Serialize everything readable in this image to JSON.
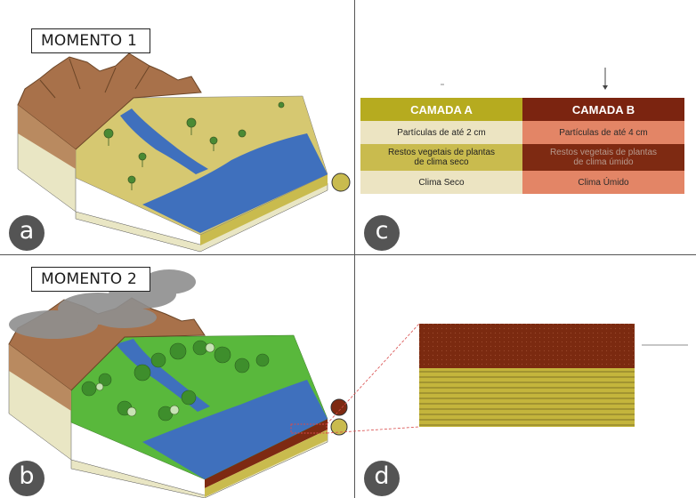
{
  "panels": {
    "a": {
      "moment_label": "MOMENTO 1",
      "letter": "a"
    },
    "b": {
      "moment_label": "MOMENTO 2",
      "letter": "b"
    },
    "c": {
      "letter": "c"
    },
    "d": {
      "letter": "d"
    }
  },
  "table": {
    "headers": [
      "CAMADA A",
      "CAMADA B"
    ],
    "rows": [
      [
        "Partículas de até 2 cm",
        "Partículas de até 4 cm"
      ],
      [
        "Restos vegetais de plantas\nde clima seco",
        "Restos vegetais de plantas\nde clima úmido"
      ],
      [
        "Clima Seco",
        "Clima Úmido"
      ]
    ]
  },
  "colors": {
    "camada_a_header": "#b6ab1f",
    "camada_b_header": "#7b2410",
    "camada_a_light": "#ece4c2",
    "camada_a_mid": "#c9bb4e",
    "camada_b_light": "#e38566",
    "camada_b_mid": "#7e2a12",
    "water": "#3f70bd",
    "vegetation": "#59b83c",
    "plain": "#d6c871",
    "soil_lower": "#e9e6c4",
    "mountain": "#a8714a"
  },
  "icons": [
    "layer-marker-icon",
    "tree-icon",
    "bush-icon",
    "cloud-icon"
  ]
}
